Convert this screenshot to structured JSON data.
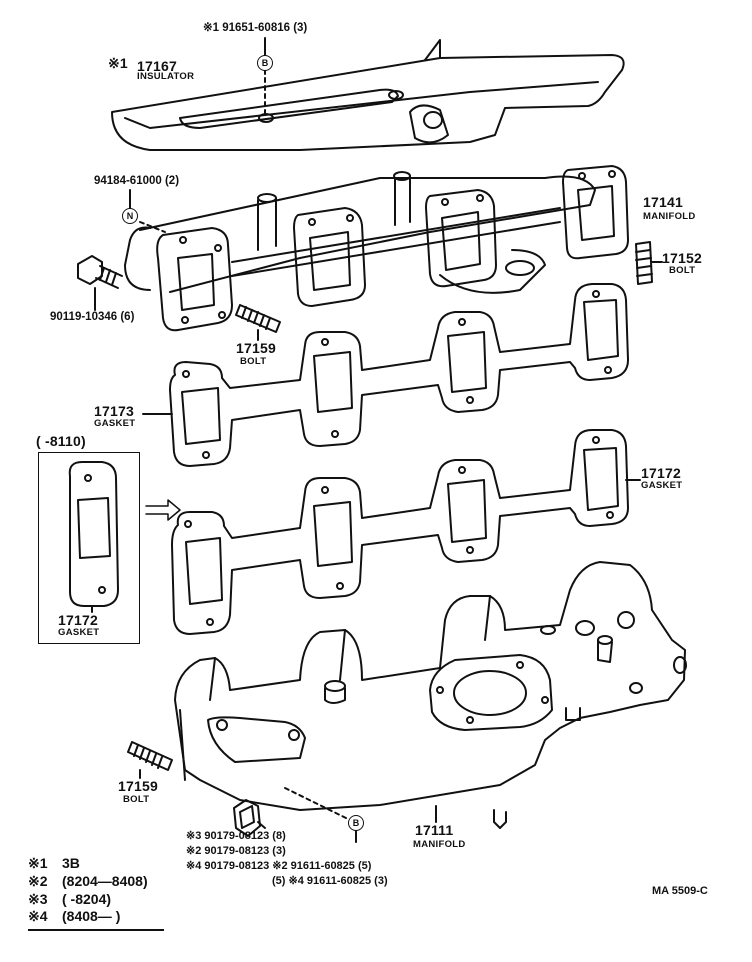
{
  "callouts": {
    "insulator_screw": "※1 91651-60816 (3)",
    "b_mark": "B",
    "n_mark": "N",
    "stud_note": "94184-61000 (2)",
    "bolt_note": "90119-10346 (6)"
  },
  "parts": {
    "insulator": {
      "prefix": "※1",
      "number": "17167",
      "name": "INSULATOR"
    },
    "manifold_top": {
      "number": "17141",
      "name": "MANIFOLD"
    },
    "bolt_right": {
      "number": "17152",
      "name": "BOLT"
    },
    "bolt_mid": {
      "number": "17159",
      "name": "BOLT"
    },
    "gasket_upper": {
      "number": "17173",
      "name": "GASKET"
    },
    "gasket_lower": {
      "number": "17172",
      "name": "GASKET"
    },
    "gasket_inset": {
      "range": "(     -8110)",
      "number": "17172",
      "name": "GASKET"
    },
    "bolt_low": {
      "number": "17159",
      "name": "BOLT"
    },
    "manifold_low": {
      "number": "17111",
      "name": "MANIFOLD"
    }
  },
  "nut_notes": [
    "※3 90179-08123 (8)",
    "※2 90179-08123 (3)",
    "※4 90179-08123 ※2 91611-60825 (5)",
    "(5) ※4 91611-60825 (3)"
  ],
  "legend": [
    {
      "mark": "※1",
      "text": "3B"
    },
    {
      "mark": "※2",
      "text": "(8204—8408)"
    },
    {
      "mark": "※3",
      "text": "(        -8204)"
    },
    {
      "mark": "※4",
      "text": "(8408—           )"
    }
  ],
  "figure_code": "MA  5509-C"
}
